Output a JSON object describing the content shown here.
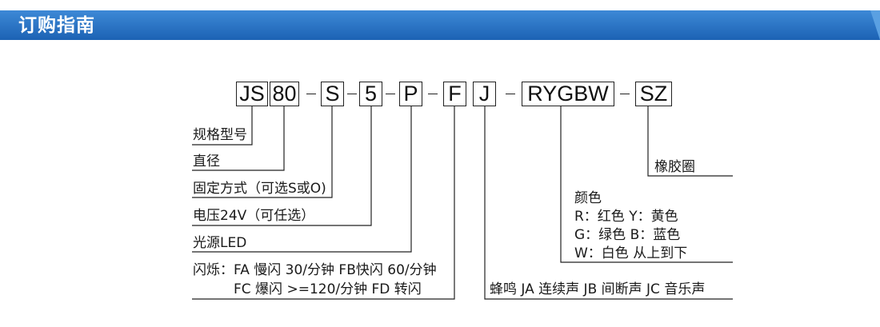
{
  "header": {
    "title": "订购指南"
  },
  "code": {
    "segments": [
      "JS",
      "80",
      "S",
      "5",
      "P",
      "F",
      "J",
      "RYGBW",
      "SZ"
    ],
    "dash": "-"
  },
  "labels": {
    "model": "规格型号",
    "diameter": "直径",
    "mounting": "固定方式（可选S或O)",
    "voltage": "电压24V（可任选）",
    "light_source": "光源LED",
    "flash_line1": "闪烁：FA 慢闪 30/分钟 FB快闪 60/分钟",
    "flash_line2": "FC 爆闪 >=120/分钟  FD 转闪",
    "buzzer": "蜂鸣 JA 连续声 JB 间断声 JC 音乐声",
    "color_title": "颜色",
    "color_line1": "R：红色    Y：黄色",
    "color_line2": "G：绿色    B：蓝色",
    "color_line3": "W：白色 从上到下",
    "rubber": "橡胶圈"
  },
  "colors": {
    "banner": "#1c62b4",
    "line": "#222222"
  }
}
